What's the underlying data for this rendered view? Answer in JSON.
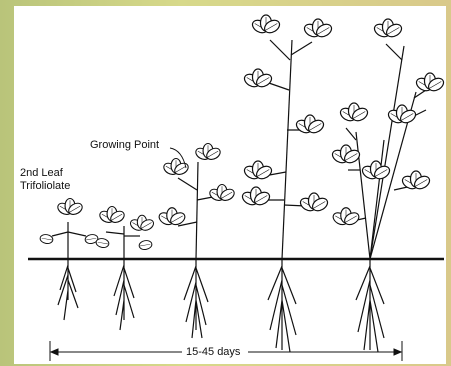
{
  "diagram": {
    "labels": {
      "growing_point": "Growing Point",
      "second_leaf_line1": "2nd Leaf",
      "second_leaf_line2": "Trifoliolate",
      "time_span": "15-45 days"
    },
    "stages": [
      {
        "name": "stage-1"
      },
      {
        "name": "stage-2"
      },
      {
        "name": "stage-3"
      },
      {
        "name": "stage-4"
      },
      {
        "name": "stage-5"
      }
    ]
  }
}
